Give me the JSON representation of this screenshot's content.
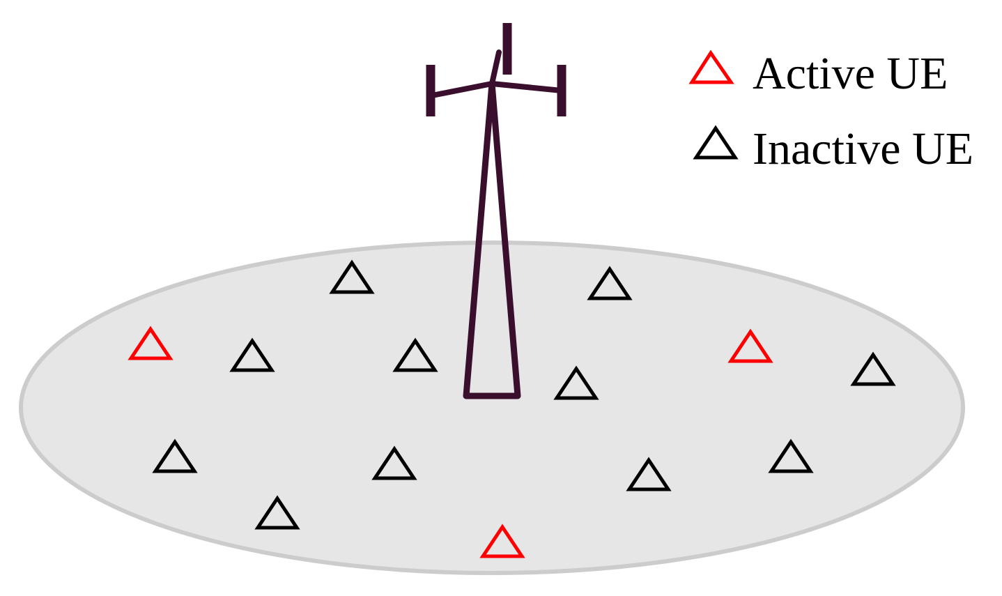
{
  "legend": {
    "active_label": "Active UE",
    "inactive_label": "Inactive UE"
  },
  "colors": {
    "active": "#ff0000",
    "inactive": "#000000",
    "tower": "#3a0f2e",
    "cell_fill": "#e6e6e6",
    "cell_stroke": "#cccccc",
    "background": "#ffffff"
  },
  "icons": {
    "base_station": "cell-tower-icon",
    "user_equipment": "triangle-icon"
  },
  "user_equipment": [
    {
      "status": "inactive"
    },
    {
      "status": "inactive"
    },
    {
      "status": "active"
    },
    {
      "status": "inactive"
    },
    {
      "status": "inactive"
    },
    {
      "status": "active"
    },
    {
      "status": "inactive"
    },
    {
      "status": "inactive"
    },
    {
      "status": "inactive"
    },
    {
      "status": "inactive"
    },
    {
      "status": "inactive"
    },
    {
      "status": "inactive"
    },
    {
      "status": "inactive"
    },
    {
      "status": "active"
    }
  ]
}
